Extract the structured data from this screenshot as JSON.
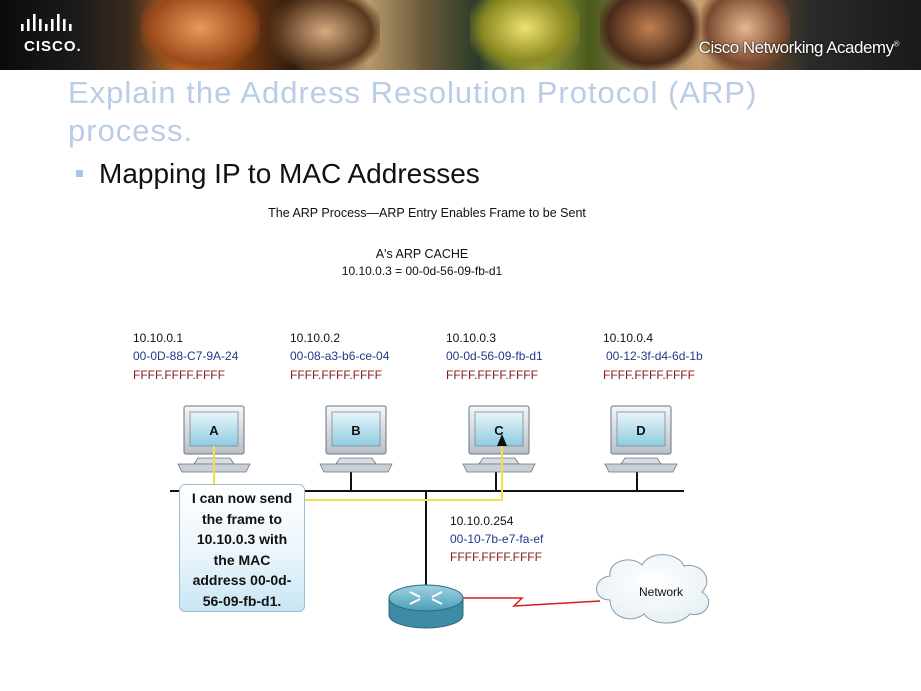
{
  "header": {
    "logo_text": "CISCO.",
    "academy_text": "Cisco Networking Academy",
    "academy_mark": "®"
  },
  "slide": {
    "title": "Explain the Address Resolution Protocol (ARP) process.",
    "bullet": "Mapping IP to MAC Addresses"
  },
  "diagram": {
    "caption": "The ARP Process—ARP Entry Enables Frame to be Sent",
    "cache_title": "A's ARP CACHE",
    "cache_entry": "10.10.0.3 = 00-0d-56-09-fb-d1",
    "hosts": [
      {
        "letter": "A",
        "ip": "10.10.0.1",
        "mac": "00-0D-88-C7-9A-24",
        "broadcast": "FFFF.FFFF.FFFF"
      },
      {
        "letter": "B",
        "ip": "10.10.0.2",
        "mac": "00-08-a3-b6-ce-04",
        "broadcast": "FFFF.FFFF.FFFF"
      },
      {
        "letter": "C",
        "ip": "10.10.0.3",
        "mac": "00-0d-56-09-fb-d1",
        "broadcast": "FFFF.FFFF.FFFF"
      },
      {
        "letter": "D",
        "ip": "10.10.0.4",
        "mac": "00-12-3f-d4-6d-1b",
        "broadcast": "FFFF.FFFF.FFFF"
      }
    ],
    "router": {
      "ip": "10.10.0.254",
      "mac": "00-10-7b-e7-fa-ef",
      "broadcast": "FFFF.FFFF.FFFF"
    },
    "cloud_label": "Network",
    "callout": "I can now send\nthe frame to\n10.10.0.3 with\nthe MAC\naddress 00-0d-\n56-09-fb-d1.",
    "colors": {
      "ip": "#111111",
      "mac": "#1f3a8a",
      "broadcast": "#8b1a1a",
      "frame_path": "#f2e04a",
      "wan_link": "#d61f1f"
    }
  }
}
